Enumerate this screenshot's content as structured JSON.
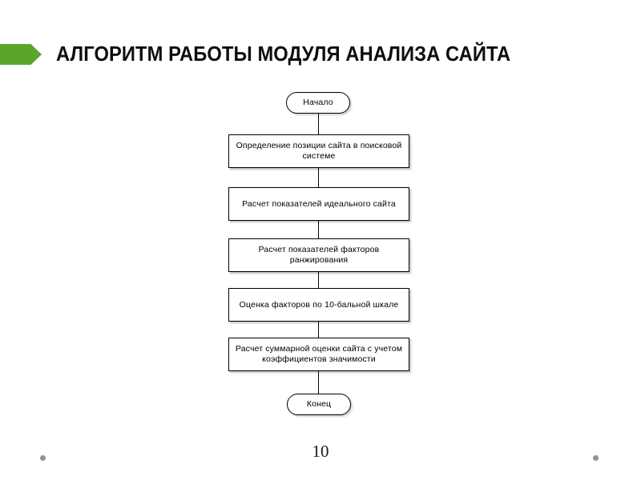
{
  "slide": {
    "title": "АЛГОРИТМ РАБОТЫ МОДУЛЯ АНАЛИЗА САЙТА",
    "page_number": "10",
    "accent_color": "#5ba52b",
    "background_color": "#ffffff",
    "text_color": "#000000",
    "footer_dot_color": "#808080"
  },
  "flowchart": {
    "type": "flowchart",
    "orientation": "vertical",
    "nodes": [
      {
        "id": "start",
        "shape": "terminal",
        "label": "Начало"
      },
      {
        "id": "step1",
        "shape": "process",
        "label": "Определение позиции сайта в поисковой системе"
      },
      {
        "id": "step2",
        "shape": "process",
        "label": "Расчет показателей идеального сайта"
      },
      {
        "id": "step3",
        "shape": "process",
        "label": "Расчет показателей факторов ранжирования"
      },
      {
        "id": "step4",
        "shape": "process",
        "label": "Оценка факторов по 10-бальной шкале"
      },
      {
        "id": "step5",
        "shape": "process",
        "label": "Расчет суммарной оценки сайта с учетом коэффициентов значимости"
      },
      {
        "id": "end",
        "shape": "terminal",
        "label": "Конец"
      }
    ],
    "edges": [
      {
        "from": "start",
        "to": "step1"
      },
      {
        "from": "step1",
        "to": "step2"
      },
      {
        "from": "step2",
        "to": "step3"
      },
      {
        "from": "step3",
        "to": "step4"
      },
      {
        "from": "step4",
        "to": "step5"
      },
      {
        "from": "step5",
        "to": "end"
      }
    ]
  }
}
